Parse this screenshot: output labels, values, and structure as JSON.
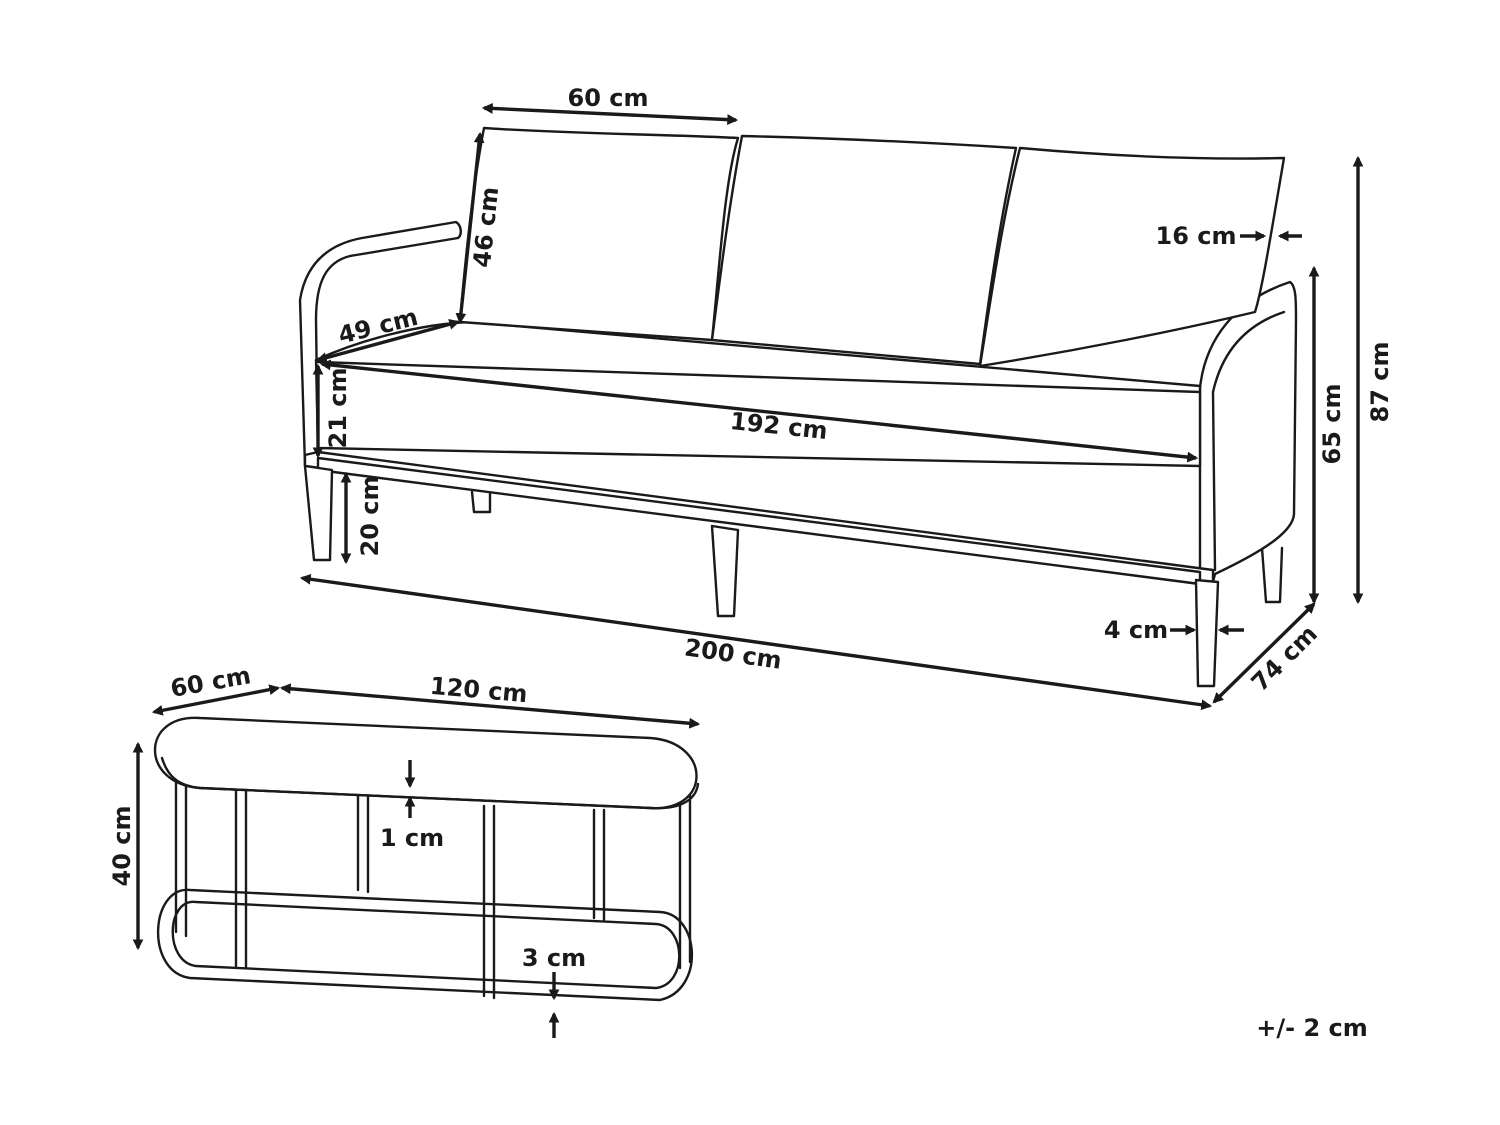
{
  "dimensions": {
    "cushion_width": "60 cm",
    "cushion_height": "46 cm",
    "seat_depth": "49 cm",
    "seat_height_cushion": "21 cm",
    "inner_width": "192 cm",
    "leg_height": "20 cm",
    "sofa_width": "200 cm",
    "cushion_thickness": "16 cm",
    "arm_height": "65 cm",
    "sofa_height": "87 cm",
    "arm_width": "4 cm",
    "sofa_depth": "74 cm",
    "table_depth": "60 cm",
    "table_width": "120 cm",
    "table_height": "40 cm",
    "top_thickness": "1 cm",
    "base_height": "3 cm"
  },
  "tolerance": "+/- 2 cm"
}
